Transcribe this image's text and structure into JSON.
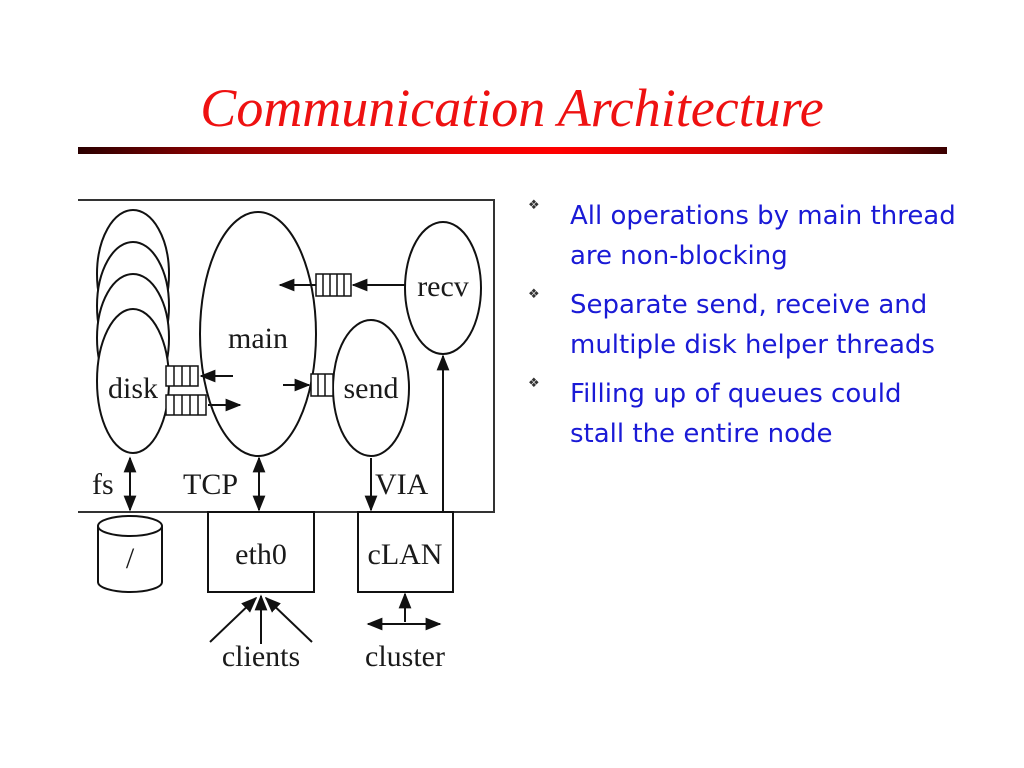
{
  "slide": {
    "title": "Communication Architecture",
    "colors": {
      "title": "#ee1111",
      "bullet_text": "#1a1ad6"
    }
  },
  "diagram": {
    "labels": {
      "disk": "disk",
      "main": "main",
      "recv": "recv",
      "send": "send",
      "fs": "fs",
      "tcp": "TCP",
      "via": "VIA",
      "root": "/",
      "eth0": "eth0",
      "clan": "cLAN",
      "clients": "clients",
      "cluster": "cluster"
    }
  },
  "bullets": [
    {
      "icon": "diamond-bullet-icon",
      "text": "All operations by main thread are non-blocking"
    },
    {
      "icon": "diamond-bullet-icon",
      "text": "Separate send, receive and multiple disk helper threads"
    },
    {
      "icon": "diamond-bullet-icon",
      "text": "Filling up of queues could stall the entire node"
    }
  ]
}
